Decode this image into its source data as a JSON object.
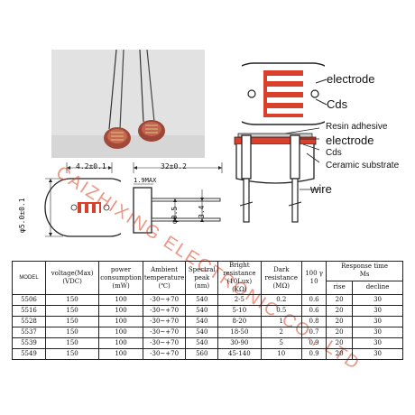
{
  "watermark": "CAIZHIXING ELECTRONIC CO., LTD",
  "labels": {
    "electrode_top": "electrode",
    "cds_top": "Cds",
    "resin": "Resin adhesive",
    "electrode_side": "electrode",
    "cds_side": "Cds",
    "ceramic": "Ceramic substrate",
    "wire": "wire"
  },
  "dimensions": {
    "width": "4.2±0.1",
    "length": "32±0.2",
    "diameter": "φ5.0±0.1",
    "max": "1.9MAX",
    "lead": "φ0.5",
    "pitch": "3.4"
  },
  "table": {
    "headers": {
      "model": "MODEL",
      "voltage": [
        "voltage(Max)",
        "(VDC)"
      ],
      "power": [
        "power",
        "consumption",
        "(mW)"
      ],
      "ambient": [
        "Ambient",
        "temperature",
        "(℃)"
      ],
      "spectral": [
        "Spectral",
        "peak",
        "(nm)"
      ],
      "bright": [
        "Bright",
        "resistance",
        "(10Lux)",
        "(KΩ)"
      ],
      "dark": [
        "Dark",
        "resistance",
        "(MΩ)"
      ],
      "gamma": [
        "100 γ",
        "10"
      ],
      "response": "Response time",
      "ms": "Ms",
      "rise": "rise",
      "decline": "decline"
    },
    "rows": [
      [
        "5506",
        "150",
        "100",
        "-30~+70",
        "540",
        "2-5",
        "0.2",
        "0.6",
        "20",
        "30"
      ],
      [
        "5516",
        "150",
        "100",
        "-30~+70",
        "540",
        "5-10",
        "0.5",
        "0.6",
        "20",
        "30"
      ],
      [
        "5528",
        "150",
        "100",
        "-30~+70",
        "540",
        "8-20",
        "1",
        "0.8",
        "20",
        "30"
      ],
      [
        "5537",
        "150",
        "100",
        "-30~+70",
        "540",
        "18-50",
        "2",
        "0.7",
        "20",
        "30"
      ],
      [
        "5539",
        "150",
        "100",
        "-30~+70",
        "540",
        "30-90",
        "5",
        "0.9",
        "20",
        "30"
      ],
      [
        "5549",
        "150",
        "100",
        "-30~+70",
        "560",
        "45-140",
        "10",
        "0.9",
        "20",
        "30"
      ]
    ]
  }
}
